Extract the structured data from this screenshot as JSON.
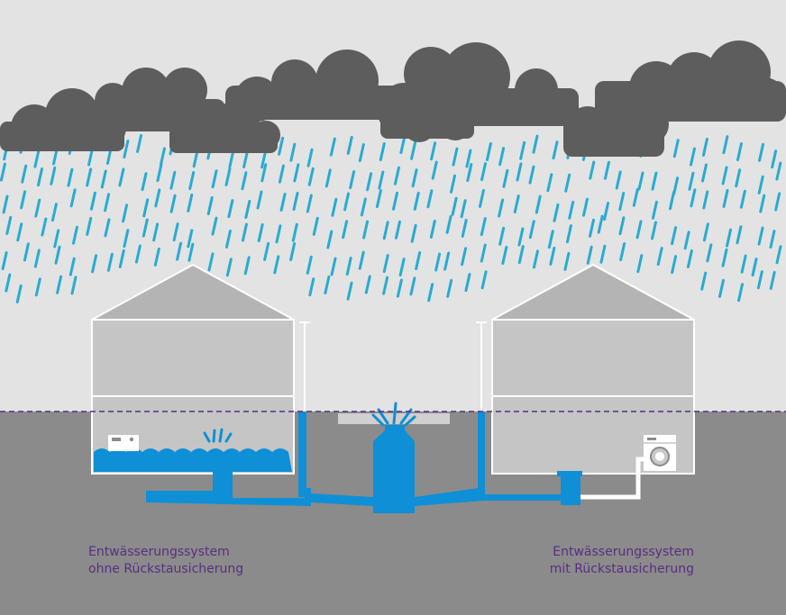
{
  "captions": {
    "left": {
      "line1": "Entwässerungssystem",
      "line2": "ohne Rückstausicherung"
    },
    "right": {
      "line1": "Entwässerungssystem",
      "line2": "mit Rückstausicherung"
    }
  },
  "colors": {
    "sky": "#e3e3e3",
    "ground": "#8b8b8b",
    "cloud": "#5d5d5d",
    "rain": "#29abd2",
    "water": "#0f8fd6",
    "house_fill": "#c5c5c5",
    "house_roof": "#b4b4b4",
    "outline": "#ffffff",
    "backflow_level_line": "#5a2d82",
    "caption_text": "#5a2d82"
  },
  "icons": [
    "cloud-icon",
    "raindrop-icon",
    "washing-machine-icon",
    "water-splash-icon",
    "manhole-shaft-icon",
    "backflow-valve-icon"
  ]
}
